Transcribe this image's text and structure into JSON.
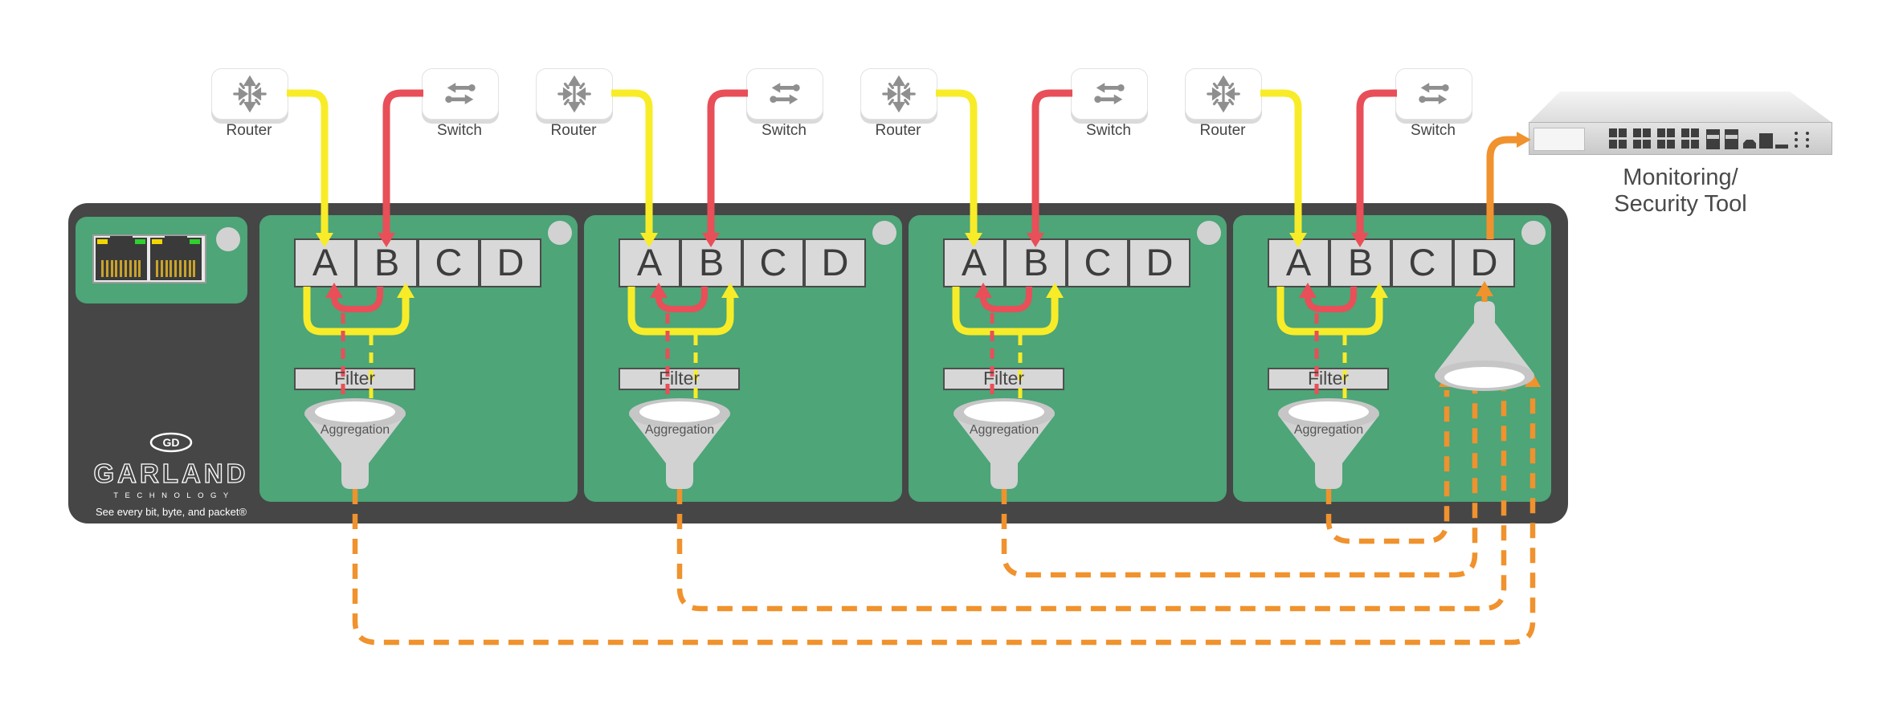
{
  "sources": [
    {
      "label": "Router",
      "type": "router",
      "icon": "router-icon"
    },
    {
      "label": "Switch",
      "type": "switch",
      "icon": "switch-icon"
    },
    {
      "label": "Router",
      "type": "router",
      "icon": "router-icon"
    },
    {
      "label": "Switch",
      "type": "switch",
      "icon": "switch-icon"
    },
    {
      "label": "Router",
      "type": "router",
      "icon": "router-icon"
    },
    {
      "label": "Switch",
      "type": "switch",
      "icon": "switch-icon"
    },
    {
      "label": "Router",
      "type": "router",
      "icon": "router-icon"
    },
    {
      "label": "Switch",
      "type": "switch",
      "icon": "switch-icon"
    }
  ],
  "chassis": {
    "brand": {
      "mark_letters": "GD",
      "name": "GARLAND",
      "subtitle": "TECHNOLOGY",
      "tagline": "See every bit, byte, and packet®"
    },
    "management_panel": {
      "ethernet_ports": 2
    }
  },
  "panels": [
    {
      "ports": [
        "A",
        "B",
        "C",
        "D"
      ],
      "filter_label": "Filter",
      "aggregation_label": "Aggregation"
    },
    {
      "ports": [
        "A",
        "B",
        "C",
        "D"
      ],
      "filter_label": "Filter",
      "aggregation_label": "Aggregation"
    },
    {
      "ports": [
        "A",
        "B",
        "C",
        "D"
      ],
      "filter_label": "Filter",
      "aggregation_label": "Aggregation"
    },
    {
      "ports": [
        "A",
        "B",
        "C",
        "D"
      ],
      "filter_label": "Filter",
      "aggregation_label": "Aggregation"
    }
  ],
  "tool": {
    "label_line1": "Monitoring/",
    "label_line2": "Security Tool"
  },
  "connections": {
    "router_feed_to_port": "A",
    "switch_feed_to_port": "B",
    "passthrough": "A-B bidirectional pass-through",
    "tap_flow": "A+B taps -> Filter -> Aggregation funnel",
    "aggregated_output": "All 4 aggregation funnels -> collector funnel -> port D -> Monitoring/Security Tool"
  },
  "colors": {
    "panel_green": "#4da578",
    "chassis_gray": "#464646",
    "router_link_yellow": "#f8ec28",
    "switch_link_red": "#e84f58",
    "aggregated_orange": "#f0922d",
    "port_box_gray": "#d9d9d9",
    "funnel_gray": "#d2d2d2",
    "icon_glyph_gray": "#8f8f8f"
  }
}
